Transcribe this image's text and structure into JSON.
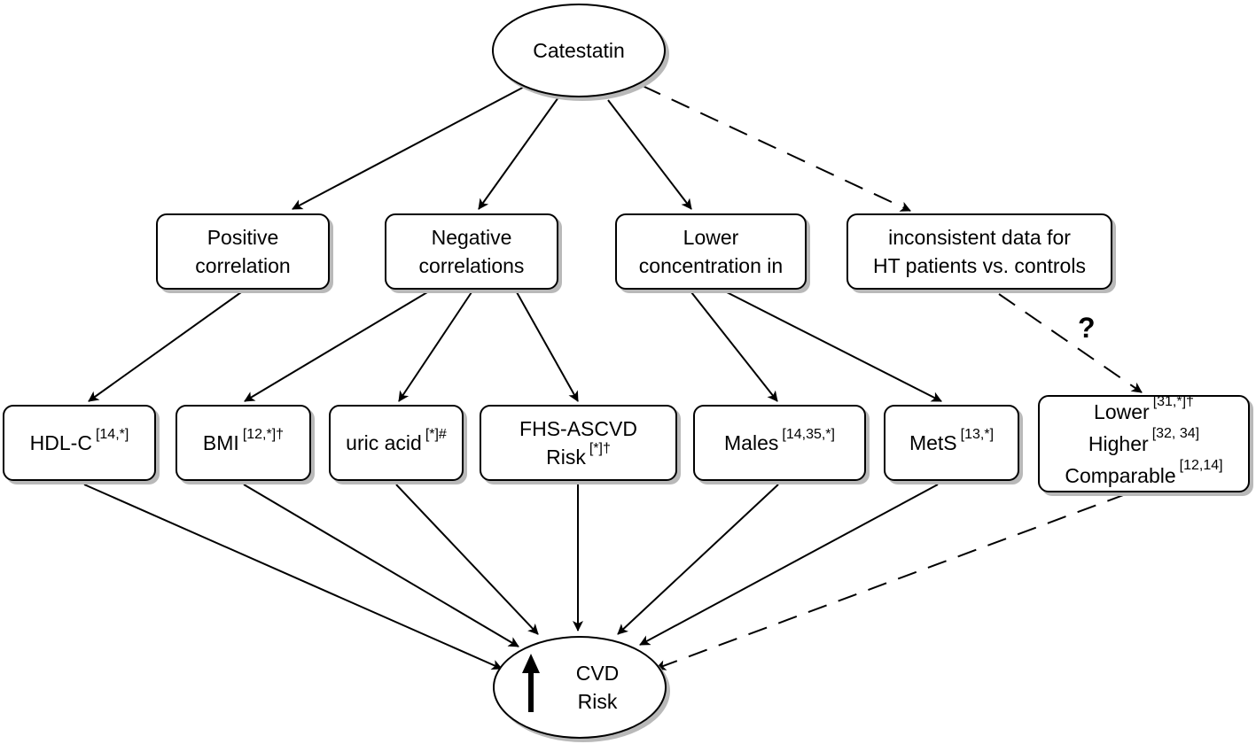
{
  "nodes": {
    "catestatin": "Catestatin",
    "positive": [
      "Positive",
      "correlation"
    ],
    "negative": [
      "Negative",
      "correlations"
    ],
    "lower_conc": [
      "Lower",
      "concentration in"
    ],
    "inconsistent": [
      "inconsistent data for",
      "HT patients vs. controls"
    ],
    "hdl": {
      "text": "HDL-C",
      "refs": "[14,*]"
    },
    "bmi": {
      "text": "BMI",
      "refs": "[12,*]†"
    },
    "uric": {
      "text": "uric acid",
      "refs": "[*]#"
    },
    "fhs": {
      "line1": "FHS-ASCVD",
      "text": "Risk",
      "refs": "[*]†"
    },
    "males": {
      "text": "Males",
      "refs": "[14,35,*]"
    },
    "mets": {
      "text": "MetS",
      "refs": "[13,*]"
    },
    "ht_results": [
      {
        "text": "Lower",
        "refs": "[31,*]†"
      },
      {
        "text": "Higher",
        "refs": "[32, 34]"
      },
      {
        "text": "Comparable",
        "refs": "[12,14]"
      }
    ],
    "cvd": [
      "CVD",
      "Risk"
    ]
  },
  "question_mark": "?"
}
